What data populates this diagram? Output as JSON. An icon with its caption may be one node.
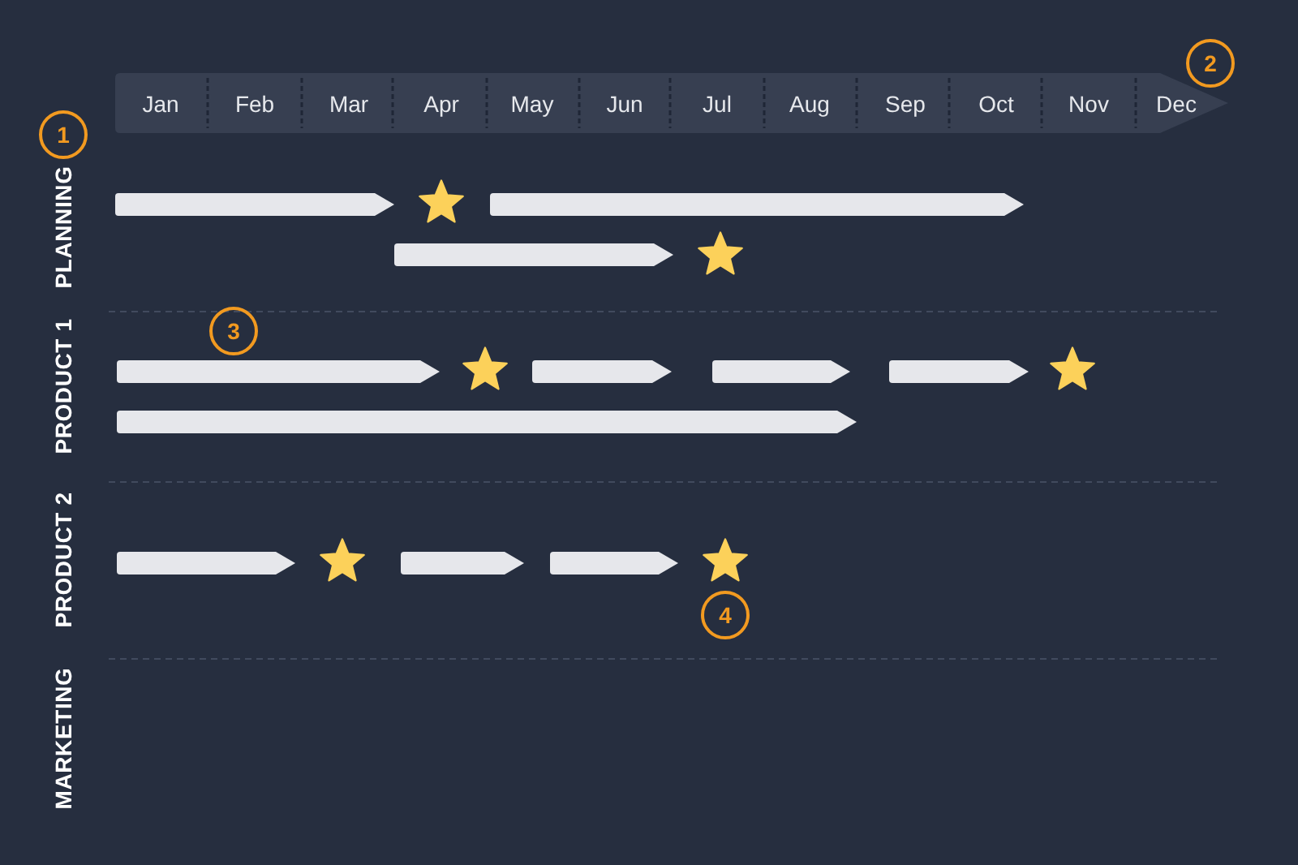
{
  "diagram": {
    "nodes": [
      {
        "text": [],
        "shape": "bar"
      },
      {
        "text": [],
        "shape": "star"
      },
      {
        "text": [],
        "shape": "bar"
      },
      {
        "text": [],
        "shape": "bar"
      },
      {
        "text": [],
        "shape": "star"
      },
      {
        "text": [],
        "shape": "bar"
      },
      {
        "text": [],
        "shape": "star"
      },
      {
        "text": [],
        "shape": "bar"
      },
      {
        "text": [],
        "shape": "bar"
      },
      {
        "text": [],
        "shape": "bar"
      },
      {
        "text": [],
        "shape": "star"
      },
      {
        "text": [],
        "shape": "bar"
      },
      {
        "text": [],
        "shape": "bar"
      },
      {
        "text": [],
        "shape": "star"
      },
      {
        "text": [],
        "shape": "bar"
      },
      {
        "text": [],
        "shape": "bar"
      },
      {
        "text": [],
        "shape": "star"
      }
    ],
    "labels": [
      "2",
      "Jan",
      "Feb",
      "Mar",
      "Apr",
      "May",
      "Jun",
      "Jul",
      "Aug",
      "Sep",
      "Oct",
      "Nov",
      "Dec",
      "1",
      "PLANNING",
      "3",
      "PRODUCT 1",
      "PRODUCT 2",
      "4",
      "MARKETING"
    ]
  }
}
